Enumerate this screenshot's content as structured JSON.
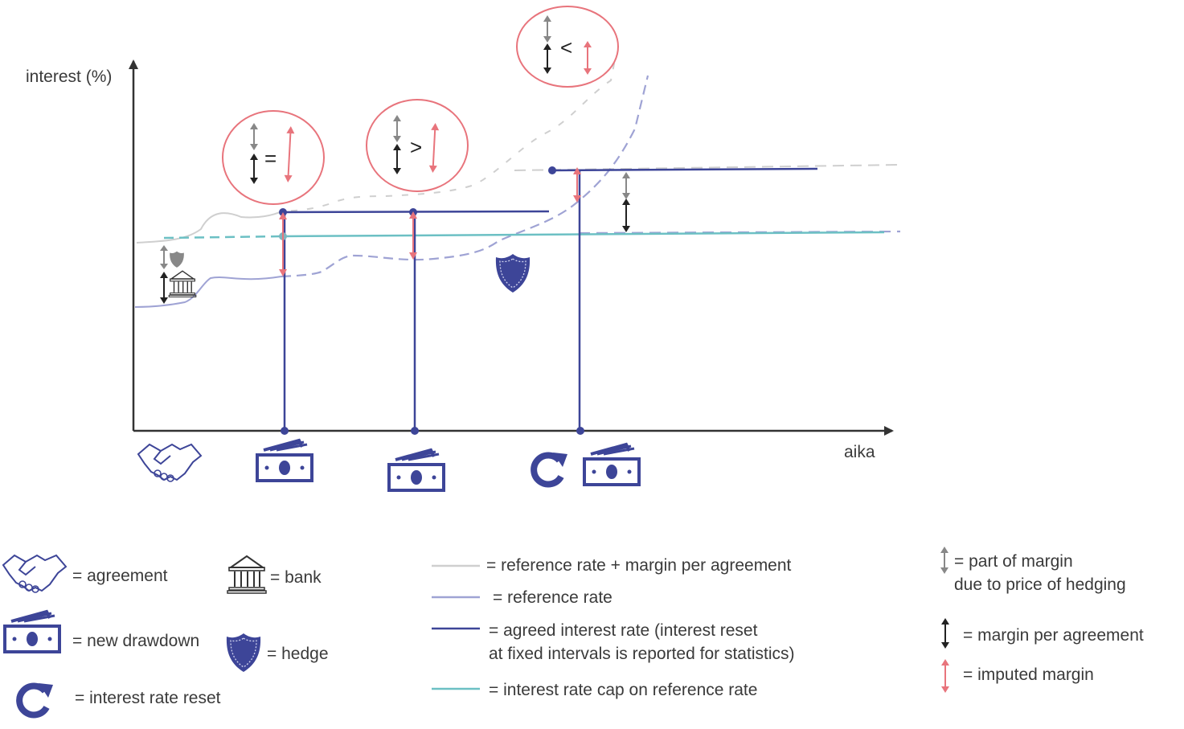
{
  "axes": {
    "y_label": "interest (%)",
    "x_label": "aika"
  },
  "comparisons": [
    {
      "symbol": "="
    },
    {
      "symbol": ">"
    },
    {
      "symbol": "<"
    }
  ],
  "icon_legend": {
    "agreement": "= agreement",
    "bank": "= bank",
    "new_drawdown": "= new drawdown",
    "hedge": "= hedge",
    "interest_rate_reset": "= interest rate reset"
  },
  "line_legend": {
    "ref_plus_margin": "= reference rate + margin per agreement",
    "reference_rate": "= reference rate",
    "agreed_rate_line1": "= agreed interest rate (interest reset",
    "agreed_rate_line2": "at fixed intervals is reported for statistics)",
    "rate_cap": "= interest rate cap on reference rate"
  },
  "arrow_legend": {
    "hedging_part_line1": "= part of margin",
    "hedging_part_line2": "due to price of hedging",
    "margin_per_agreement": "= margin per agreement",
    "imputed_margin": "= imputed margin"
  },
  "colors": {
    "agreed_rate": "#3d4598",
    "reference_rate": "#9fa3d4",
    "ref_plus_margin": "#cfcfcf",
    "rate_cap": "#6cc0c4",
    "imputed_margin": "#e8747c",
    "margin": "#222222",
    "hedging_part": "#888888",
    "circle_outline": "#e8747c"
  }
}
